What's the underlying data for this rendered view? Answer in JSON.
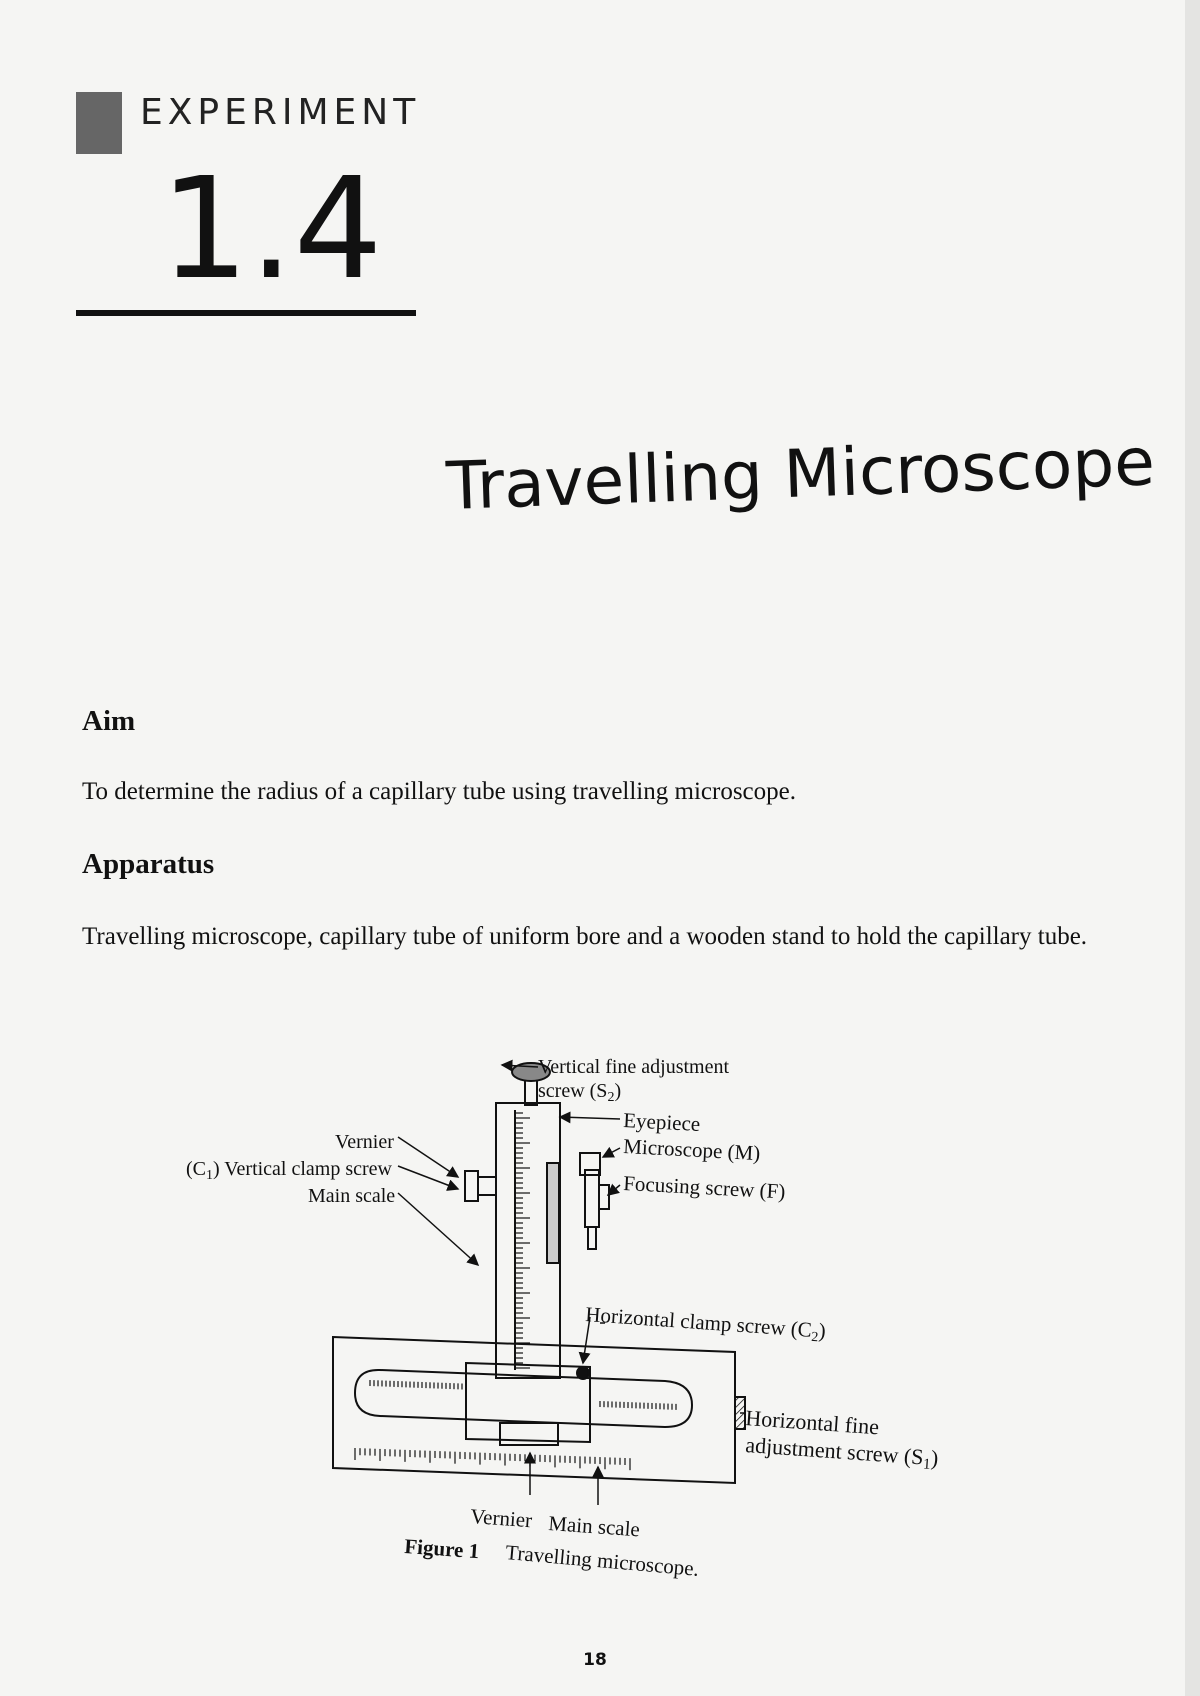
{
  "header": {
    "experiment_word": "EXPERIMENT",
    "experiment_number": "1.4",
    "title": "Travelling Microscope"
  },
  "sections": [
    {
      "heading": "Aim",
      "text": "To determine the radius of a capillary tube using travelling microscope."
    },
    {
      "heading": "Apparatus",
      "text": "Travelling microscope, capillary tube of uniform bore and a wooden stand to hold the capillary tube."
    }
  ],
  "figure": {
    "labels": {
      "vertical_fine_1": "Vertical fine adjustment",
      "vertical_fine_2": "screw (S",
      "vertical_fine_sub": "2",
      "vernier_top": "Vernier",
      "clamp_c1_pre": "(C",
      "clamp_c1_sub": "1",
      "clamp_c1_post": ") Vertical clamp screw",
      "main_scale_left": "Main scale",
      "eyepiece": "Eyepiece",
      "microscope": "Microscope (M)",
      "focusing": "Focusing screw (F)",
      "horizontal_clamp": "Horizontal clamp screw (C",
      "horizontal_clamp_sub": "2",
      "horizontal_fine_1": "Horizontal fine",
      "horizontal_fine_2": "adjustment screw (S",
      "horizontal_fine_sub": "1",
      "vernier_bottom": "Vernier",
      "main_scale_bottom": "Main scale"
    },
    "caption_label": "Figure 1",
    "caption_text": "Travelling microscope."
  },
  "page_number": "18"
}
